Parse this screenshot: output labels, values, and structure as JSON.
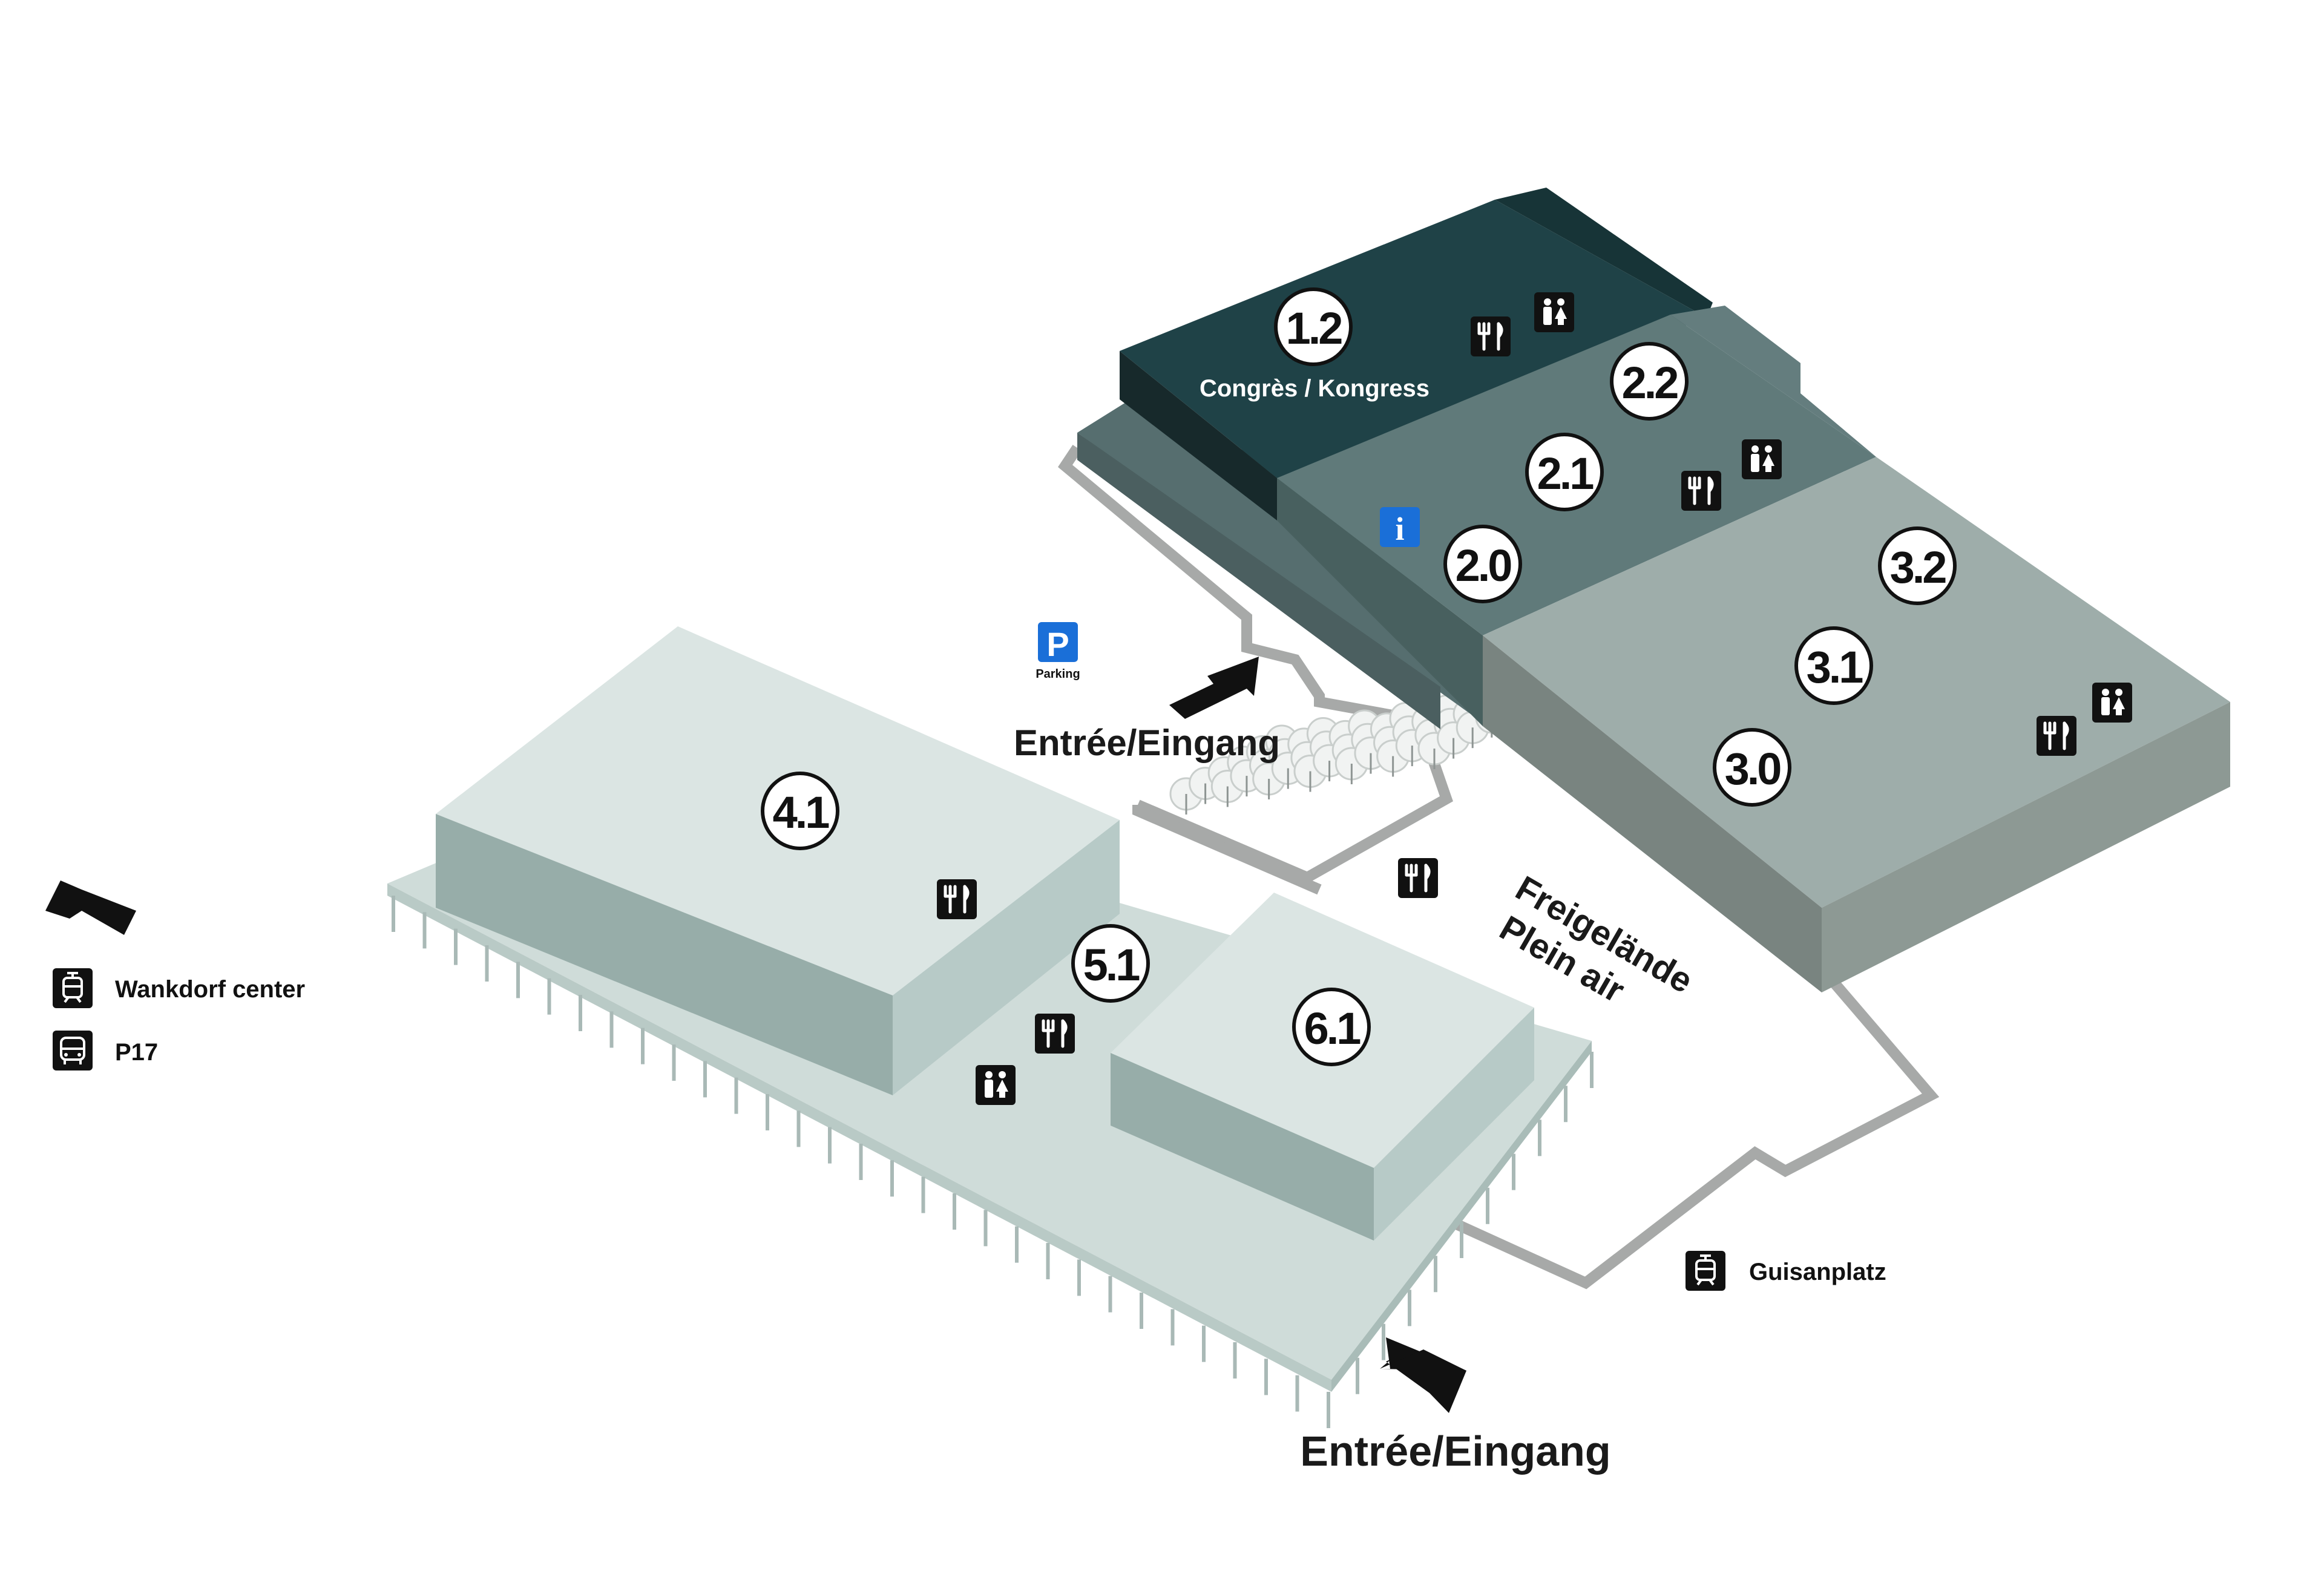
{
  "halls": {
    "h12": "1.2",
    "h22": "2.2",
    "h21": "2.1",
    "h20": "2.0",
    "h32": "3.2",
    "h31": "3.1",
    "h30": "3.0",
    "h41": "4.1",
    "h51": "5.1",
    "h61": "6.1"
  },
  "labels": {
    "congress": "Congrès / Kongress",
    "entrance_north": "Entrée/Eingang",
    "entrance_south": "Entrée/Eingang",
    "outdoor_line1": "Freigelände",
    "outdoor_line2": "Plein air",
    "parking": "Parking",
    "guisanplatz": "Guisanplatz"
  },
  "legend": {
    "tram_stop": "Wankdorf center",
    "bus_stop": "P17"
  },
  "icons": {
    "parking_sign": "P",
    "info_sign": "i"
  },
  "colors": {
    "congress_dark": "#1f4247",
    "hall2_mid": "#607a7a",
    "hall3_light": "#9eadaa",
    "hall4_pale": "#dbe5e3",
    "canopy": "#cfdcd9",
    "info_blue": "#1a6fd8",
    "icon_black": "#111111"
  }
}
